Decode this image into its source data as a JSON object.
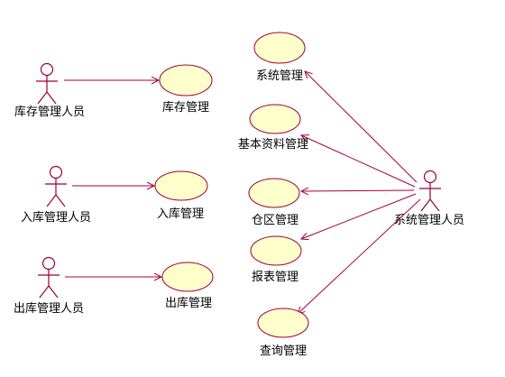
{
  "actors": [
    {
      "label": "库存管理人员",
      "use_cases": [
        "库存管理"
      ]
    },
    {
      "label": "入库管理人员",
      "use_cases": [
        "入库管理"
      ]
    },
    {
      "label": "出库管理人员",
      "use_cases": [
        "出库管理"
      ]
    },
    {
      "label": "系统管理人员",
      "use_cases": [
        "系统管理",
        "基本资料管理",
        "仓区管理",
        "报表管理",
        "查询管理"
      ]
    }
  ],
  "colors": {
    "background": "#ffffff",
    "use_case_fill": "#ffffcc",
    "use_case_stroke": "#990033",
    "actor_stroke": "#990033",
    "association_line": "#a3003d",
    "text": "#000000"
  }
}
